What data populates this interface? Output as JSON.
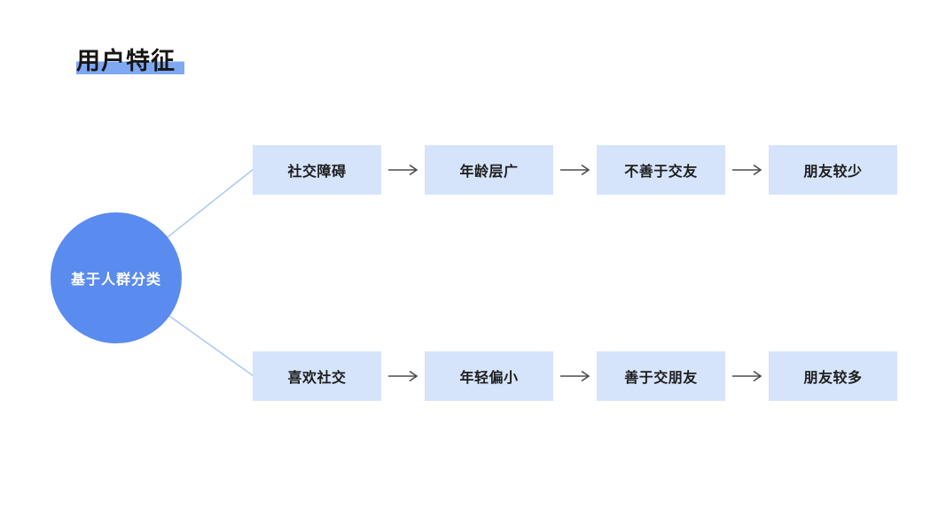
{
  "title": {
    "text": "用户特征"
  },
  "diagram": {
    "root": {
      "label": "基于人群分类"
    },
    "rows": [
      {
        "steps": [
          "社交障碍",
          "年龄层广",
          "不善于交友",
          "朋友较少"
        ]
      },
      {
        "steps": [
          "喜欢社交",
          "年轻偏小",
          "善于交朋友",
          "朋友较多"
        ]
      }
    ]
  },
  "icons": {
    "between_steps": "arrow-right-icon"
  },
  "colors": {
    "circle-fill": "#5a8bee",
    "circle-text": "#ffffff",
    "box-fill": "#d6e4fb",
    "connector-line": "#abc8f5",
    "arrow": "#4c4c4c",
    "title-highlight": "#7fa8f3",
    "text-dark": "#1d1d1d"
  }
}
